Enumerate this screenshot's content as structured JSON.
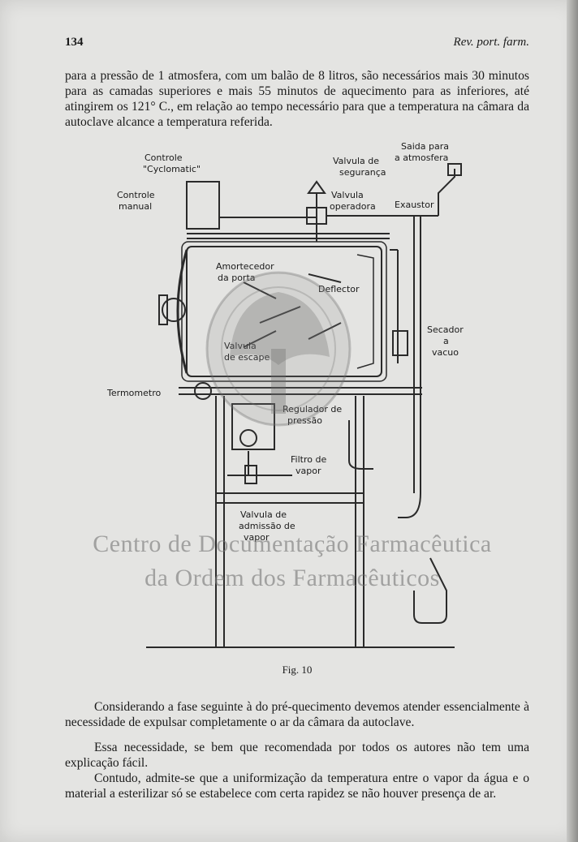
{
  "header": {
    "page_number": "134",
    "journal": "Rev. port. farm."
  },
  "paragraphs": {
    "p1": "para a pressão de 1 atmosfera, com um balão de 8 litros, são necessários mais 30 minutos para as camadas superiores e mais 55 minutos de aquecimento para as inferiores, até atingirem os 121° C., em relação ao tempo necessário para que a temperatura na câmara da autoclave alcance a temperatura referida.",
    "p2": "Considerando a fase seguinte à do pré-quecimento devemos atender essencialmente à necessidade de expulsar completamente o ar da câmara da autoclave.",
    "p3": "Essa necessidade, se bem que recomendada por todos os autores não tem uma explicação fácil.",
    "p4": "Contudo, admite-se que a uniformização da temperatura entre o vapor da água e o material a esterilizar só se estabelece com certa rapidez se não houver presença de ar."
  },
  "figure": {
    "caption": "Fig. 10",
    "labels": {
      "controle_cyclomatic_1": "Controle",
      "controle_cyclomatic_2": "\"Cyclomatic\"",
      "controle_manual_1": "Controle",
      "controle_manual_2": "manual",
      "valvula_seguranca_1": "Valvula de",
      "valvula_seguranca_2": "segurança",
      "saida_1": "Saida para",
      "saida_2": "a atmosfera",
      "valvula_operadora_1": "Valvula",
      "valvula_operadora_2": "operadora",
      "exaustor": "Exaustor",
      "amortecedor_1": "Amortecedor",
      "amortecedor_2": "da porta",
      "deflector": "Deflector",
      "valvula_escape_1": "Valvula",
      "valvula_escape_2": "de escape",
      "secador_1": "Secador",
      "secador_2": "a",
      "secador_3": "vacuo",
      "termometro": "Termometro",
      "regulador_1": "Regulador de",
      "regulador_2": "pressão",
      "filtro_1": "Filtro de",
      "filtro_2": "vapor",
      "admissao_1": "Valvula de",
      "admissao_2": "admissão de",
      "admissao_3": "vapor"
    }
  },
  "watermark": {
    "line1": "Centro de Documentação Farmacêutica",
    "line2": "da Ordem dos Farmacêuticos"
  }
}
